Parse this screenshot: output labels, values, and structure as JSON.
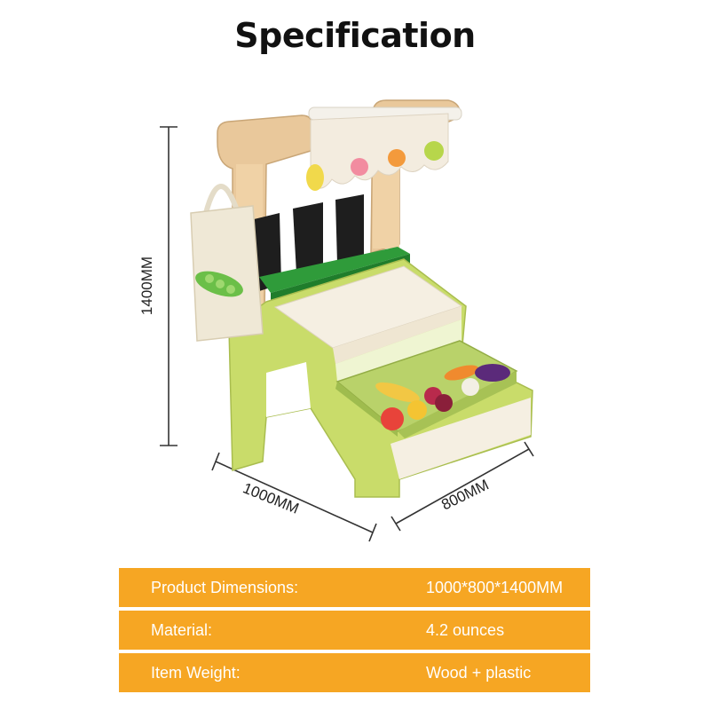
{
  "title": "Specification",
  "dimensions": {
    "height": "1400MM",
    "width": "1000MM",
    "depth": "800MM"
  },
  "specs": [
    {
      "label": "Product Dimensions:",
      "value": "1000*800*1400MM"
    },
    {
      "label": "Material:",
      "value": "4.2 ounces"
    },
    {
      "label": "Item Weight:",
      "value": "Wood + plastic"
    }
  ],
  "colors": {
    "accent": "#f6a623",
    "stand_green": "#c9dc6a",
    "top_green": "#2f9b3a"
  }
}
